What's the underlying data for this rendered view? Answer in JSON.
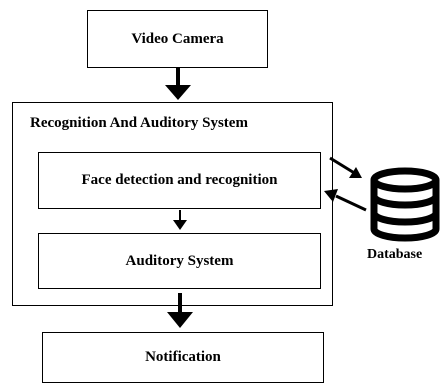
{
  "diagram": {
    "video_camera": "Video Camera",
    "system_title": "Recognition And Auditory System",
    "face_detection": "Face detection and recognition",
    "auditory_system": "Auditory System",
    "database": "Database",
    "notification": "Notification"
  },
  "colors": {
    "stroke": "#000000",
    "background": "#ffffff"
  }
}
